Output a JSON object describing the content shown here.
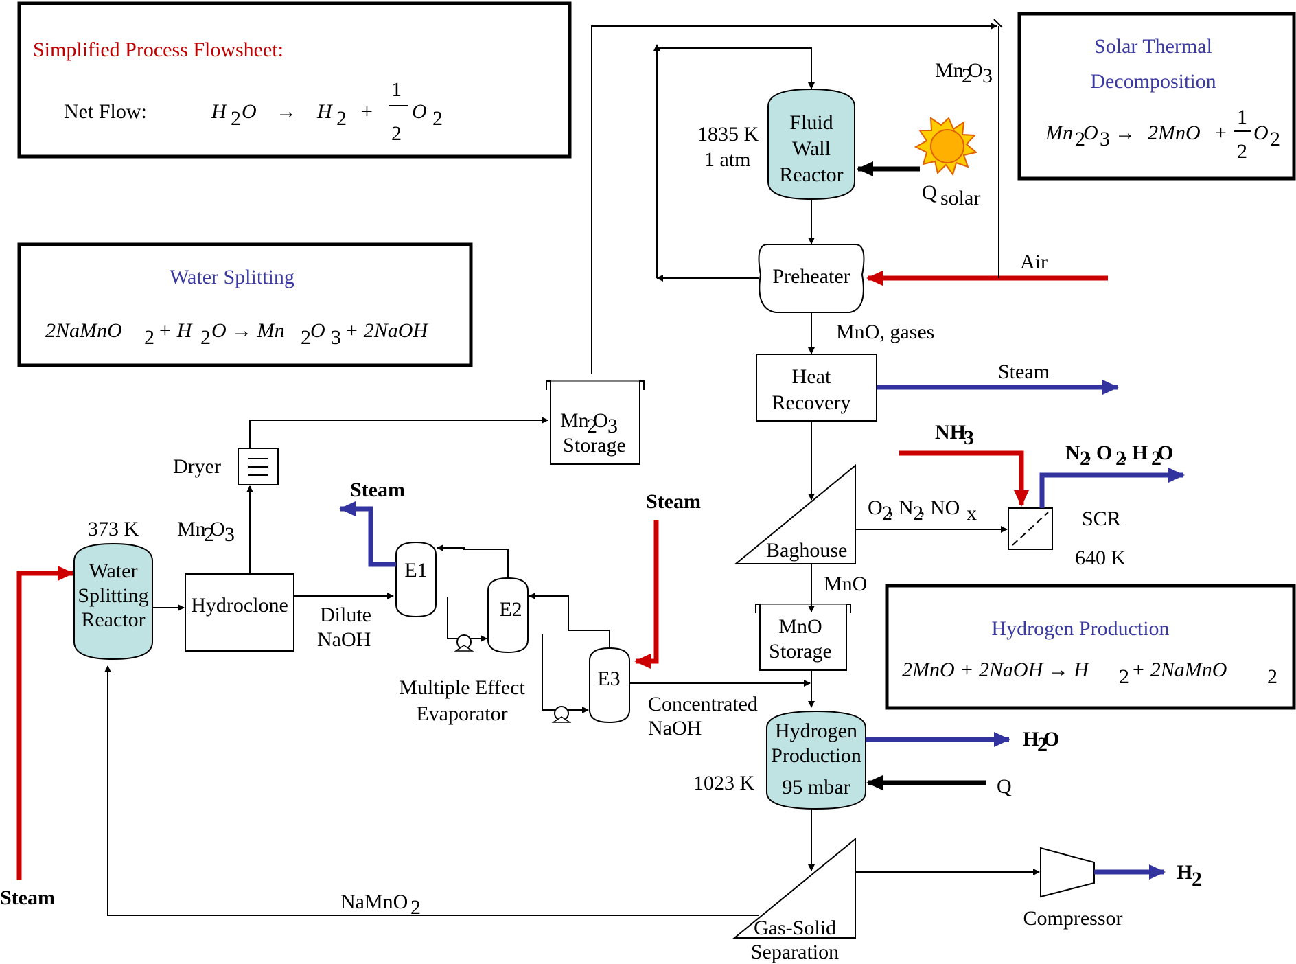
{
  "title_box": {
    "title": "Simplified Process Flowsheet:",
    "net_flow_label": "Net Flow:",
    "eq_lhs": "H",
    "eq_sub_2a": "2",
    "eq_o": "O",
    "eq_arrow": "→",
    "eq_h": "H",
    "eq_sub_2b": "2",
    "eq_plus": "+",
    "eq_frac_num": "1",
    "eq_frac_den": "2",
    "eq_o2": "O",
    "eq_sub_2c": "2"
  },
  "solar_box": {
    "title_line1": "Solar Thermal",
    "title_line2": "Decomposition",
    "eq_left": "Mn",
    "eq_left_sub1": "2",
    "eq_left_o": "O",
    "eq_left_sub2": "3",
    "eq_arrow": "→",
    "eq_right": "2MnO",
    "eq_plus": "+",
    "eq_frac_num": "1",
    "eq_frac_den": "2",
    "eq_o2": "O",
    "eq_o2_sub": "2"
  },
  "water_box": {
    "title": "Water Splitting",
    "equation": "2NaMnO",
    "eq_sub1": "2",
    "eq_mid": "+ H",
    "eq_sub2": "2",
    "eq_mid2": "O → Mn",
    "eq_sub3": "2",
    "eq_mid3": "O",
    "eq_sub4": "3",
    "eq_end": "+ 2NaOH"
  },
  "h2_box": {
    "title": "Hydrogen Production",
    "equation": "2MnO + 2NaOH → H",
    "eq_sub1": "2",
    "eq_end": "+ 2NaMnO",
    "eq_sub2": "2"
  },
  "units": {
    "fluid_wall_reactor": [
      "Fluid",
      "Wall",
      "Reactor"
    ],
    "fwr_conditions": [
      "1835 K",
      "1 atm"
    ],
    "q_solar": "Q",
    "q_solar_sub": "solar",
    "preheater": "Preheater",
    "air": "Air",
    "mn2o3_top": "Mn",
    "mn2o3_top_sub1": "2",
    "mn2o3_top_o": "O",
    "mn2o3_top_sub2": "3",
    "mno_gases": "MnO, gases",
    "heat_recovery": [
      "Heat",
      "Recovery"
    ],
    "steam_hr": "Steam",
    "nh3": "NH",
    "nh3_sub": "3",
    "n2o2h2o": [
      "N",
      "2",
      ", O",
      "2",
      ", H",
      "2",
      "O"
    ],
    "o2n2nox": [
      "O",
      "2",
      ", N",
      "2",
      ", NO",
      "x"
    ],
    "scr": "SCR",
    "scr_temp": "640 K",
    "baghouse": "Baghouse",
    "mno": "MnO",
    "mno_storage": [
      "MnO",
      "Storage"
    ],
    "mn2o3_storage": [
      "Mn",
      "2",
      "O",
      "3",
      "Storage"
    ],
    "dryer": "Dryer",
    "mn2o3_left": [
      "Mn",
      "2",
      "O",
      "3"
    ],
    "wsr_temp": "373 K",
    "wsr": [
      "Water",
      "Splitting",
      "Reactor"
    ],
    "hydroclone": "Hydroclone",
    "dilute_naoh": [
      "Dilute",
      "NaOH"
    ],
    "steam_evap_out": "Steam",
    "steam_e3_in": "Steam",
    "e1": "E1",
    "e2": "E2",
    "e3": "E3",
    "mee": [
      "Multiple Effect",
      "Evaporator"
    ],
    "conc_naoh": [
      "Concentrated",
      "NaOH"
    ],
    "h2_prod": [
      "Hydrogen",
      "Production",
      "95 mbar"
    ],
    "h2_prod_temp": "1023 K",
    "h2o_out": "H",
    "h2o_out_sub": "2",
    "h2o_out_o": "O",
    "q": "Q",
    "steam_left": "Steam",
    "namno2": "NaMnO",
    "namno2_sub": "2",
    "gas_solid": [
      "Gas-Solid",
      "Separation"
    ],
    "compressor": "Compressor",
    "h2_final": "H",
    "h2_final_sub": "2"
  },
  "colors": {
    "red_stream": "#cc0000",
    "blue_stream": "#3333a0",
    "vessel_fill": "#bfe3e3",
    "title_red": "#c00000",
    "title_blue": "#3a3aa0"
  }
}
